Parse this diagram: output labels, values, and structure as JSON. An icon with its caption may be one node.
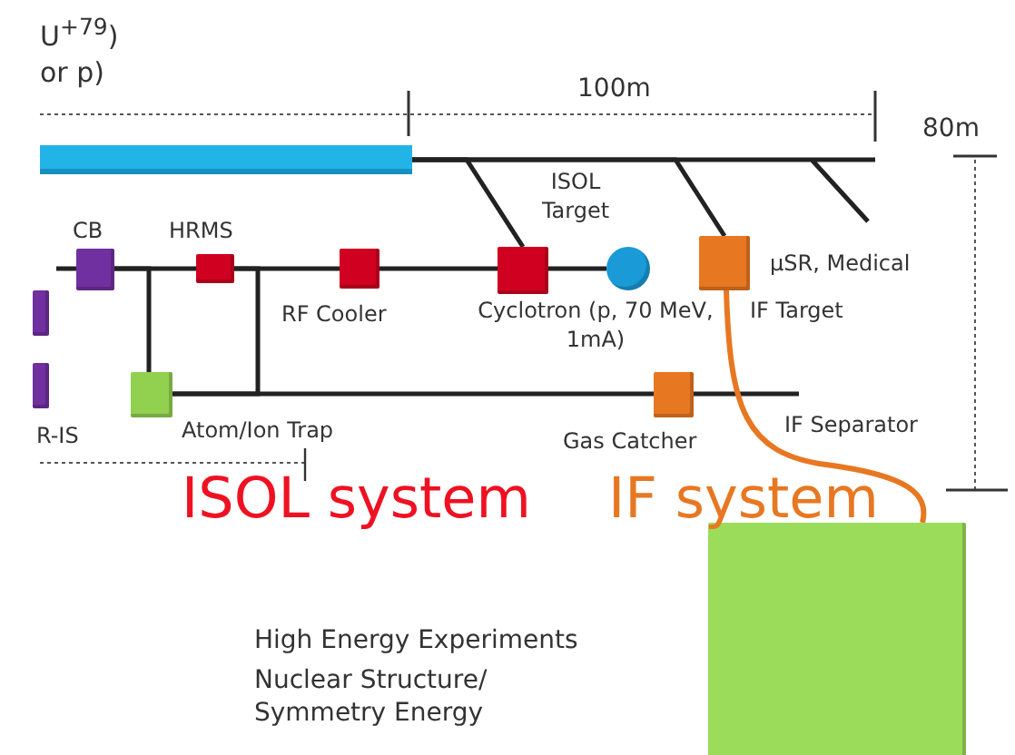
{
  "diagram": {
    "nodes": [
      {
        "text": [],
        "shape": "bar"
      },
      {
        "text": [],
        "shape": "box",
        "beside": [
          "CB"
        ]
      },
      {
        "text": [],
        "shape": "box",
        "beside": [
          "HRMS"
        ]
      },
      {
        "text": [],
        "shape": "box",
        "beside": [
          "RF Cooler"
        ]
      },
      {
        "text": [],
        "shape": "box",
        "beside": [
          "ISOL Target"
        ]
      },
      {
        "text": [],
        "shape": "circle",
        "beside": [
          "Cyclotron (p, 70 MeV, 1mA)"
        ]
      },
      {
        "text": [],
        "shape": "box",
        "beside": [
          "μSR, Medical",
          "IF Target"
        ]
      },
      {
        "text": [],
        "shape": "box"
      },
      {
        "text": [],
        "shape": "box",
        "beside": [
          "R-IS"
        ]
      },
      {
        "text": [],
        "shape": "box",
        "beside": [
          "Atom/Ion Trap"
        ]
      },
      {
        "text": [],
        "shape": "box",
        "beside": [
          "Gas Catcher"
        ]
      },
      {
        "text": [],
        "shape": "box"
      }
    ],
    "edges": [
      {
        "from": 0,
        "to": 4,
        "arrow": "none"
      },
      {
        "from": 0,
        "to": 6,
        "arrow": "none"
      },
      {
        "from": 0,
        "to": null,
        "arrow": "none"
      },
      {
        "from": null,
        "to": 1,
        "arrow": "none"
      },
      {
        "from": 1,
        "to": 2,
        "arrow": "none"
      },
      {
        "from": 2,
        "to": 3,
        "arrow": "none"
      },
      {
        "from": 3,
        "to": 4,
        "arrow": "none"
      },
      {
        "from": 4,
        "to": 5,
        "arrow": "none"
      },
      {
        "from": 1,
        "to": 9,
        "arrow": "none"
      },
      {
        "from": 2,
        "to": 9,
        "arrow": "none"
      },
      {
        "from": 9,
        "to": 10,
        "arrow": "none"
      },
      {
        "from": 10,
        "to": null,
        "arrow": "none"
      },
      {
        "from": 6,
        "to": 11,
        "arrow": "none",
        "color": "#e87722"
      }
    ],
    "labels": [
      "U$^{+79}$)",
      "or p)",
      "100m",
      "80m",
      "IF Separator",
      "ISOL system",
      "IF system",
      "High Energy Experiments",
      "Nuclear Structure/ Symmetry Energy"
    ]
  }
}
